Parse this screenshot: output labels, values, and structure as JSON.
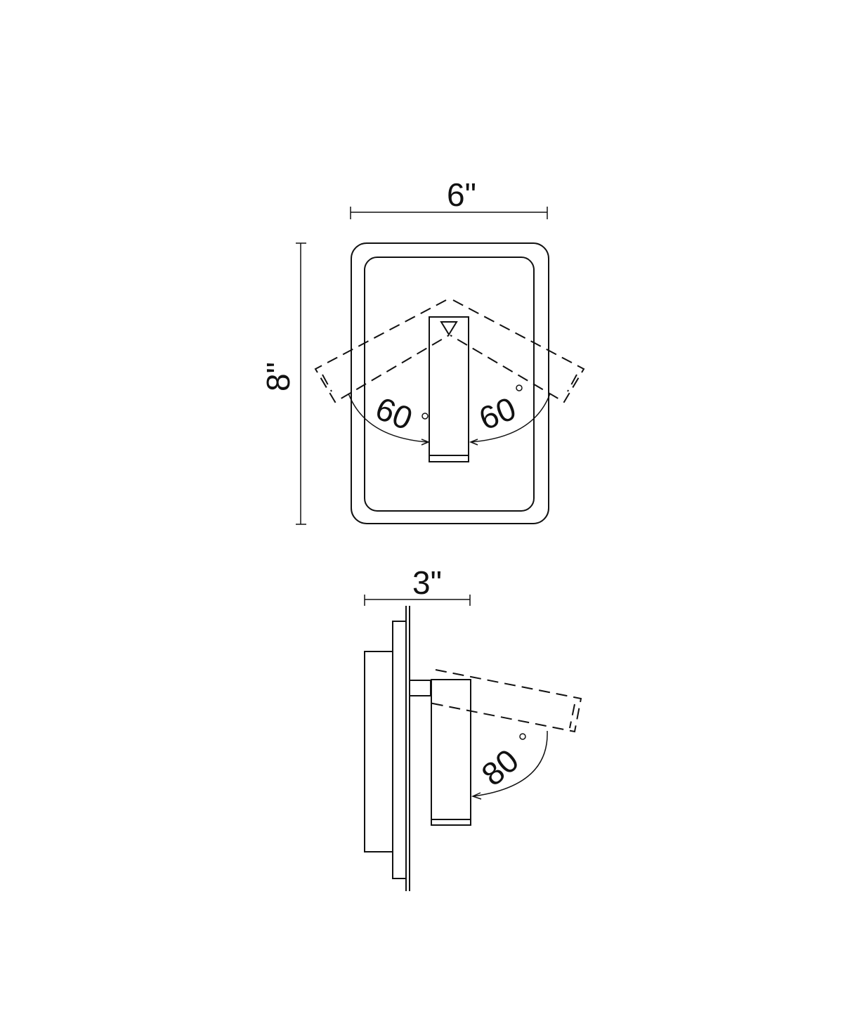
{
  "front_view": {
    "width_label": "6\"",
    "height_label": "8\"",
    "left_angle_label": "60",
    "right_angle_label": "60"
  },
  "side_view": {
    "depth_label": "3\"",
    "tilt_angle_label": "80"
  },
  "colors": {
    "line": "#111111",
    "background": "#ffffff"
  }
}
